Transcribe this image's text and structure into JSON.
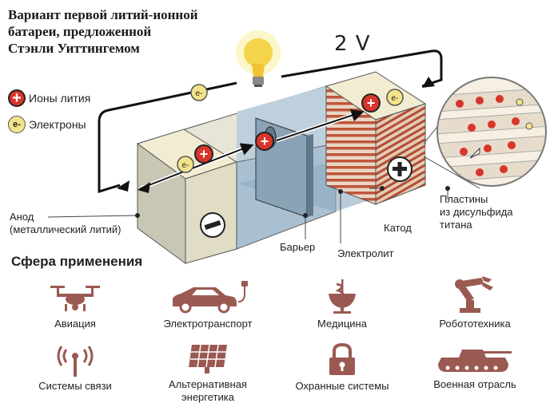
{
  "title": {
    "lines": [
      "Вариант первой литий-ионной",
      "батареи, предложенной",
      "Стэнли Уиттингемом"
    ]
  },
  "legend": {
    "ion_symbol": "+",
    "ion_label": "Ионы лития",
    "electron_symbol": "e-",
    "electron_label": "Электроны"
  },
  "diagram": {
    "voltage": "2 V",
    "anode_label": [
      "Анод",
      "(металлический литий)"
    ],
    "barrier_label": "Барьер",
    "electrolyte_label": "Электролит",
    "cathode_label": "Катод",
    "plates_label": [
      "Пластины",
      "из дисульфида",
      "титана"
    ],
    "minus_sign": "−",
    "plus_sign": "+"
  },
  "applications": {
    "title": "Сфера применения",
    "items": [
      {
        "label": "Авиация",
        "icon": "drone-icon"
      },
      {
        "label": "Электротранспорт",
        "icon": "electric-car-icon"
      },
      {
        "label": "Медицина",
        "icon": "medicine-icon"
      },
      {
        "label": "Робототехника",
        "icon": "robot-arm-icon"
      },
      {
        "label": "Системы связи",
        "icon": "antenna-icon"
      },
      {
        "label": "Альтернативная энергетика",
        "icon": "solar-panel-icon"
      },
      {
        "label": "Охранные системы",
        "icon": "lock-icon"
      },
      {
        "label": "Военная отрасль",
        "icon": "tank-icon"
      }
    ]
  },
  "colors": {
    "ion": "#d8352a",
    "electron": "#f4e38a",
    "anode": "#c9c7b4",
    "electrolyte": "#a9c0d2",
    "cathode_stripe": "#c0553a",
    "icon": "#9a5a52"
  }
}
